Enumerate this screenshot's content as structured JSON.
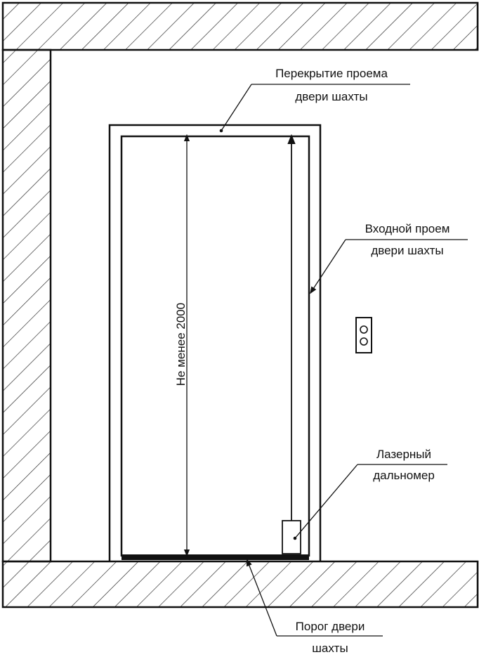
{
  "labels": {
    "shaft_door_lintel": [
      "Перекрытие проема",
      "двери шахты"
    ],
    "shaft_door_entrance": [
      "Входной проем",
      "двери шахты"
    ],
    "laser_rangefinder": [
      "Лазерный",
      "дальномер"
    ],
    "shaft_door_sill": [
      "Порог двери",
      "шахты"
    ]
  },
  "dimension": {
    "text": "Не менее 2000"
  },
  "colors": {
    "line": "#111111",
    "hatch": "#222222",
    "background": "#ffffff"
  }
}
